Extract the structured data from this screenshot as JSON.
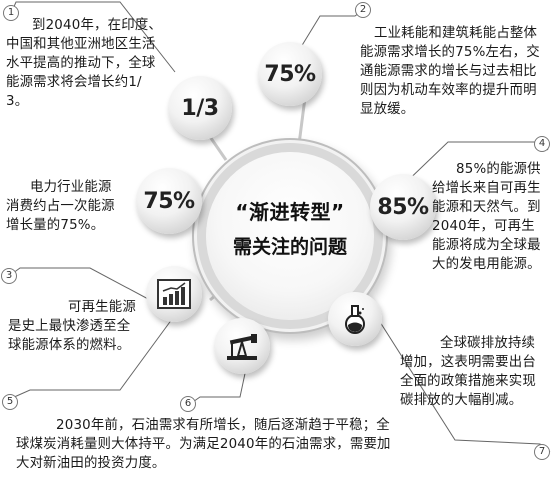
{
  "center": {
    "title": "“渐进转型”",
    "subtitle": "需关注的问题"
  },
  "bubbles": {
    "b1": "1/3",
    "b2": "75%",
    "b3": "75%",
    "b4": "85%"
  },
  "icons": {
    "i5": "rising-bar-chart-icon",
    "i6": "oil-pump-icon",
    "i7": "flask-icon"
  },
  "markers": [
    "1",
    "2",
    "3",
    "4",
    "5",
    "6",
    "7"
  ],
  "notes": {
    "n1": "到2040年，在印度、中国和其他亚洲地区生活水平提高的推动下，全球能源需求将会增长约1/3。",
    "n2": "工业耗能和建筑耗能占整体能源需求增长的75%左右，交通能源需求的增长与过去相比则因为机动车效率的提升而明显放缓。",
    "n3": "电力行业能源消费约占一次能源增长量的75%。",
    "n4": "85%的能源供给增长来自可再生能源和天然气。到2040年，可再生能源将成为全球最大的发电用能源。",
    "n5": "可再生能源是史上最快渗透至全球能源体系的燃料。",
    "n6": "2030年前，石油需求有所增长，随后逐渐趋于平稳；全球煤炭消耗量则大体持平。为满足2040年的石油需求，需要加大对新油田的投资力度。",
    "n7": "全球碳排放持续增加，这表明需要出台全面的政策措施来实现碳排放的大幅削减。"
  }
}
